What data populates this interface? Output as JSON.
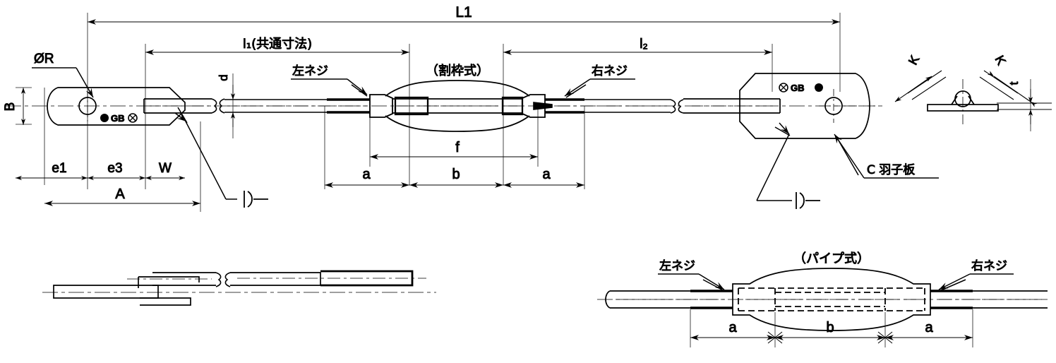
{
  "drawing": {
    "title": "Turnbuckle assembly dimensioned drawing",
    "sheet_bg": "#ffffff",
    "line_color": "#000000"
  },
  "main_view": {
    "variant_label": "（割枠式）",
    "dimensions": {
      "overall": "L1",
      "left_span": "l₁(共通寸法)",
      "right_span": "l₂",
      "eye_bore": "ØR",
      "plate_height": "B",
      "rod_dia": "d",
      "edge_1": "e1",
      "edge_3": "e3",
      "width": "W",
      "plate_len": "A",
      "frame_open": "f",
      "thread_a_left": "a",
      "body_b": "b",
      "thread_a_right": "a"
    },
    "callouts": {
      "left_thread": "左ネジ",
      "right_thread": "右ネジ",
      "plate_note": "C  羽子板"
    },
    "stamp": {
      "left": "GB",
      "right": "GB"
    }
  },
  "detail_view": {
    "weld_left": "K",
    "weld_right": "K",
    "thickness": "t"
  },
  "pipe_view": {
    "variant_label": "（パイプ式）",
    "left_thread": "左ネジ",
    "right_thread": "右ネジ",
    "dimensions": {
      "thread_a_left": "a",
      "body_b": "b",
      "thread_a_right": "a"
    }
  },
  "side_view": {
    "name": "edge elevation of rod assembly"
  }
}
